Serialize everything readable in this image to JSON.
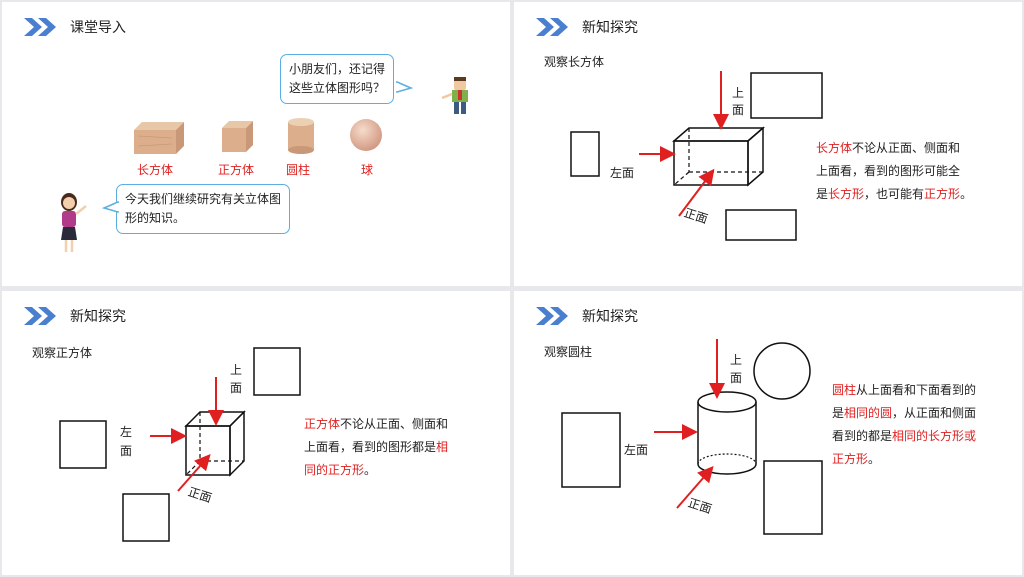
{
  "colors": {
    "accent_blue": "#4a7fd0",
    "highlight_red": "#e02020",
    "bubble_border": "#5aaee0"
  },
  "panel1": {
    "title": "课堂导入",
    "bubble_top": [
      "小朋友们，还记得",
      "这些立体图形吗？"
    ],
    "bubble_bottom": [
      "今天我们继续研究有关立体图",
      "形的知识。"
    ],
    "shapes": [
      "长方体",
      "正方体",
      "圆柱",
      "球"
    ]
  },
  "panel2": {
    "title": "新知探究",
    "subtitle": "观察长方体",
    "label_top": [
      "上",
      "面"
    ],
    "label_left": "左面",
    "label_front": "正面",
    "desc": {
      "l1_red": "长方体",
      "l1": "不论从正面、侧面和",
      "l2": "上面看，看到的图形可能全",
      "l3_a": "是",
      "l3_red1": "长方形",
      "l3_b": "，也可能有",
      "l3_red2": "正方形",
      "l3_c": "。"
    }
  },
  "panel3": {
    "title": "新知探究",
    "subtitle": "观察正方体",
    "label_top": [
      "上",
      "面"
    ],
    "label_left": [
      "左",
      "面"
    ],
    "label_front": "正面",
    "desc": {
      "l1_red": "正方体",
      "l1": "不论从正面、侧面和",
      "l2": "上面看，看到的图形都是",
      "l2_red": "相",
      "l3_red": "同的正方形",
      "l3": "。"
    }
  },
  "panel4": {
    "title": "新知探究",
    "subtitle": "观察圆柱",
    "label_top": [
      "上",
      "面"
    ],
    "label_left": "左面",
    "label_front": "正面",
    "desc": {
      "l1_red": "圆柱",
      "l1": "从上面看和下面看到的",
      "l2_a": "是",
      "l2_red": "相同的圆",
      "l2_b": "，从正面和侧面",
      "l3": "看到的都是",
      "l3_red": "相同的长方形或",
      "l4_red": "正方形",
      "l4": "。"
    }
  }
}
